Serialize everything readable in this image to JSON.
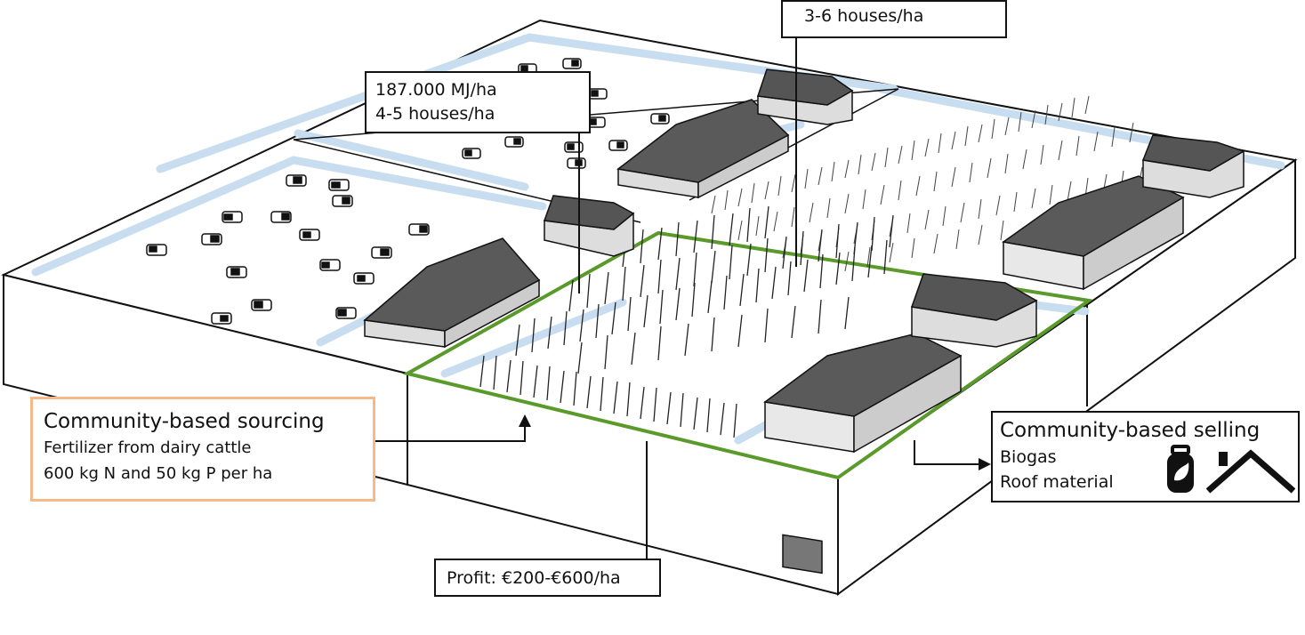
{
  "labels": {
    "energy_line1": "187.000 MJ/ha",
    "energy_line2": "4-5 houses/ha",
    "houses": "3-6 houses/ha",
    "profit": "Profit: €200-€600/ha",
    "sourcing": {
      "title": "Community-based sourcing",
      "line1": "Fertilizer from dairy cattle",
      "line2": "600 kg N and 50 kg P per ha"
    },
    "selling": {
      "title": "Community-based selling",
      "item1": "Biogas",
      "item2": "Roof material"
    }
  },
  "icons": [
    "gas-cylinder-icon",
    "roof-icon"
  ],
  "colors": {
    "ditch": "#c8ddf0",
    "field_border": "#5a9a2a",
    "sourcing_border": "#f6b98a",
    "roof": "#5a5a5a",
    "wall": "#d9d9d9"
  }
}
